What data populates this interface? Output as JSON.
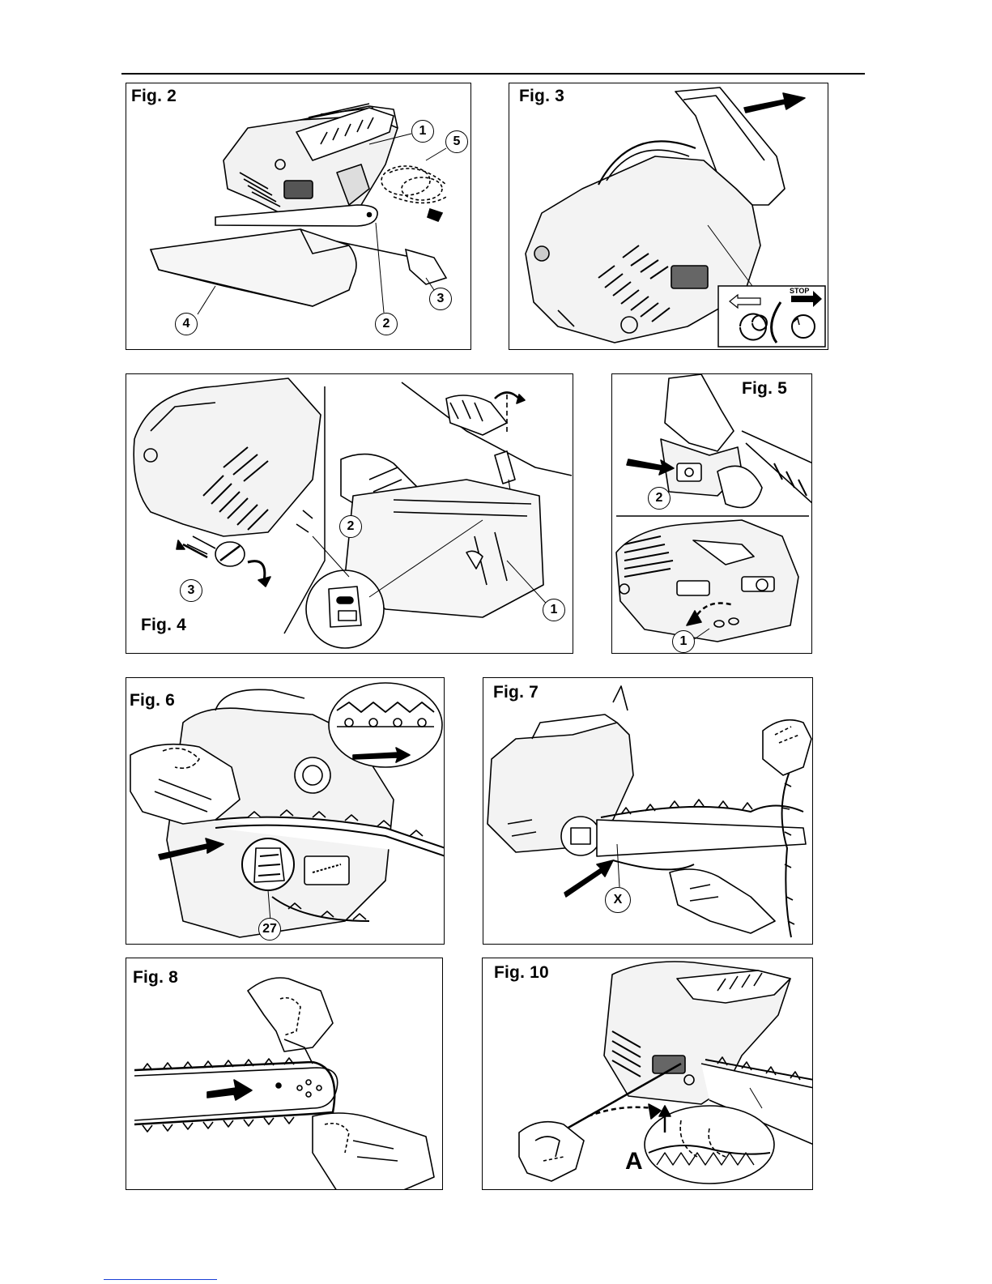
{
  "figures": {
    "fig2": {
      "label": "Fig. 2",
      "callouts": [
        "1",
        "2",
        "3",
        "4",
        "5"
      ]
    },
    "fig3": {
      "label": "Fig. 3",
      "inset_text": "STOP"
    },
    "fig4": {
      "label": "Fig. 4",
      "callouts": [
        "1",
        "2",
        "3"
      ]
    },
    "fig5": {
      "label": "Fig. 5",
      "callouts": [
        "1",
        "2"
      ]
    },
    "fig6": {
      "label": "Fig. 6",
      "callouts": [
        "27"
      ]
    },
    "fig7": {
      "label": "Fig. 7",
      "callouts": [
        "X"
      ]
    },
    "fig8": {
      "label": "Fig. 8"
    },
    "fig10": {
      "label": "Fig. 10",
      "marker": "A"
    }
  }
}
